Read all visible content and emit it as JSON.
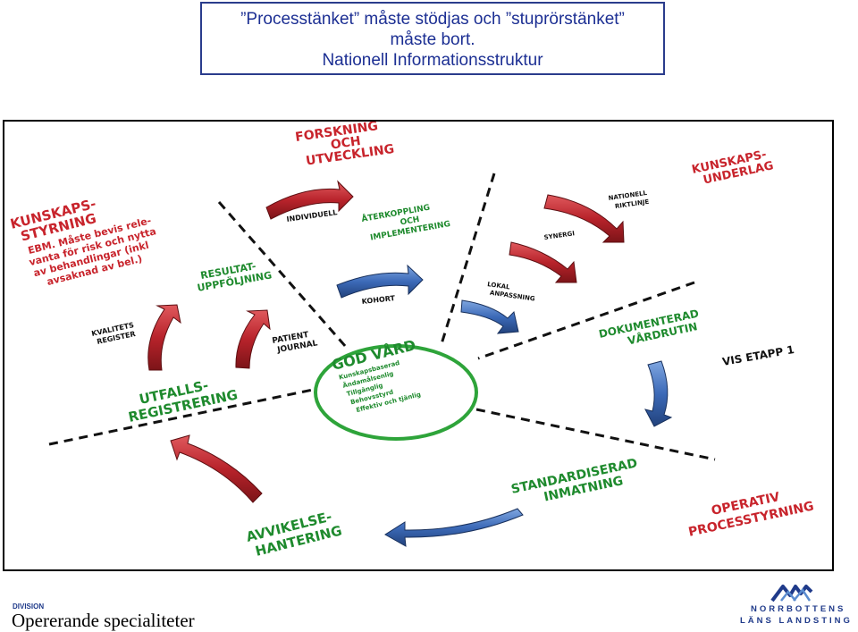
{
  "title": {
    "line1": "”Processtänket” måste stödjas och ”stuprörstänket”",
    "line2": "måste bort.",
    "line3": "Nationell Informationsstruktur"
  },
  "diagram": {
    "forskning": [
      "FORSKNING",
      "OCH",
      "UTVECKLING"
    ],
    "kunskapsunderlag": [
      "KUNSKAPS-",
      "UNDERLAG"
    ],
    "kunskapsstyrning": [
      "KUNSKAPS-",
      "STYRNING",
      "EBM. Måste bevis rele-",
      "vanta för risk och nytta",
      "av behandlingar (inkl",
      "avsaknad av bel.)"
    ],
    "individuell": "INDIVIDUELL",
    "aterkoppling": [
      "ÅTERKOPPLING",
      "OCH",
      "IMPLEMENTERING"
    ],
    "nationell": [
      "NATIONELL",
      "RIKTLINJE"
    ],
    "synergi": "SYNERGI",
    "lokal": [
      "LOKAL",
      "ANPASSNING"
    ],
    "kohort": "KOHORT",
    "resultat": [
      "RESULTAT-",
      "UPPFÖLJNING"
    ],
    "kvalitets": [
      "KVALITETS",
      "REGISTER"
    ],
    "patient": [
      "PATIENT",
      "JOURNAL"
    ],
    "god_vard": {
      "title": "GOD VÅRD",
      "items": [
        "Kunskapsbaserad",
        "Ändamålsenlig",
        "Tillgänglig",
        "Behovsstyrd",
        "Effektiv och tjänlig"
      ]
    },
    "dokumenterad": [
      "DOKUMENTERAD",
      "VÅRDRUTIN"
    ],
    "vis_etapp": "VIS ETAPP 1",
    "utfalls": [
      "UTFALLS-",
      "REGISTRERING"
    ],
    "standardiserad": [
      "STANDARDISERAD",
      "INMATNING"
    ],
    "operativ": [
      "OPERATIV",
      "PROCESSTYRNING"
    ],
    "avvikelse": [
      "AVVIKELSE-",
      "HANTERING"
    ]
  },
  "footer": {
    "division_label": "DIVISION",
    "division_name": "Opererande specialiteter",
    "logo_line1": "NORRBOTTENS",
    "logo_line2": "LÄNS LANDSTING"
  },
  "colors": {
    "title_blue": "#1c2f93",
    "red_arrow": "#b8232b",
    "blue_arrow": "#3c6ab8",
    "green_ellipse": "#2ea43a"
  }
}
